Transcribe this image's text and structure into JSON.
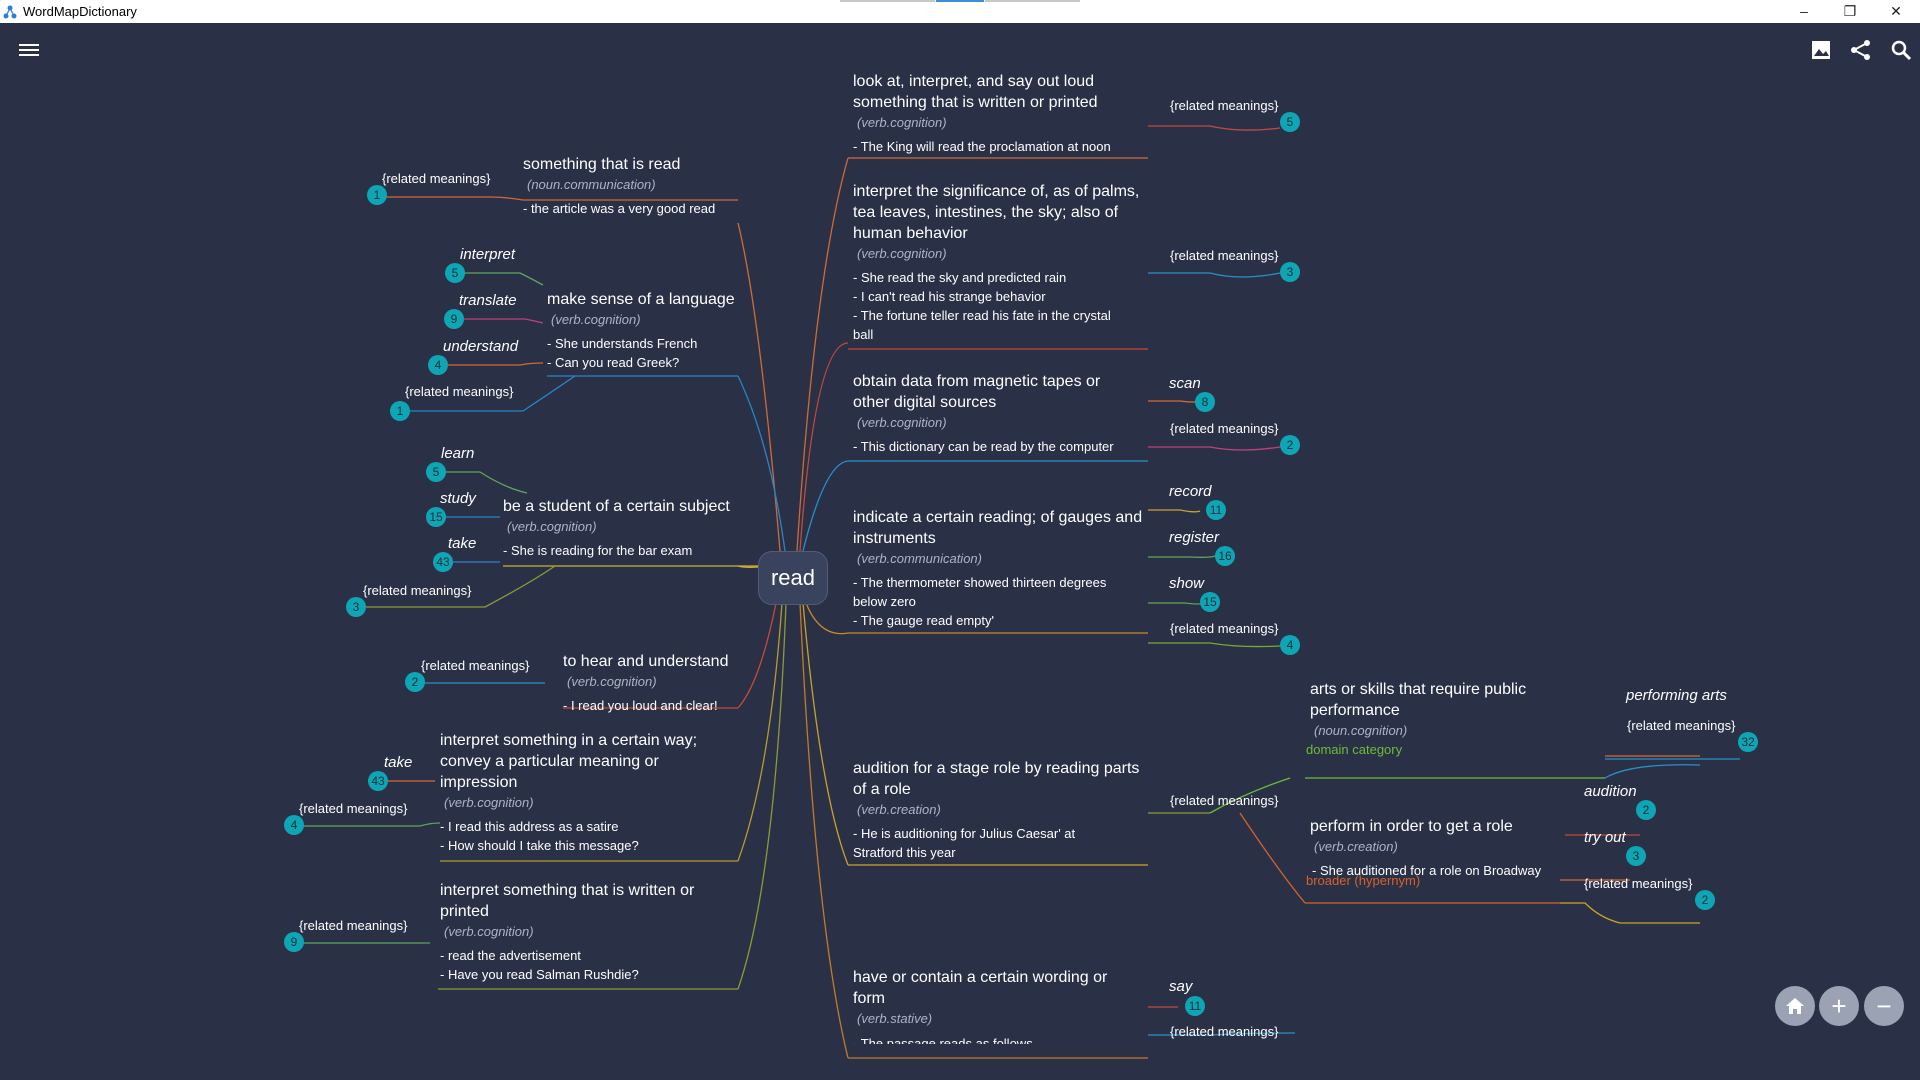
{
  "window": {
    "title": "WordMapDictionary",
    "minimize": "–",
    "restore": "❐",
    "close": "✕"
  },
  "icons": {
    "menu": "menu-icon",
    "image": "image-icon",
    "share": "share-icon",
    "search": "search-icon",
    "home": "home-icon",
    "zoom_in": "zoom-in-icon",
    "zoom_out": "zoom-out-icon"
  },
  "colors": {
    "background": "#2a3147",
    "badge": "#0ea5b5",
    "category_domain": "#6dbb3a",
    "category_broader": "#d6602a"
  },
  "zoom": {
    "in_label": "+",
    "out_label": "−"
  },
  "root": {
    "word": "read"
  },
  "senses": [
    {
      "def": [
        "something that is read"
      ],
      "pos": "(noun.communication)",
      "examples": [
        "- the article was a very good read"
      ],
      "links": [
        {
          "word": "{related meanings}",
          "count": "1"
        }
      ]
    },
    {
      "def": [
        "make sense of a language"
      ],
      "pos": "(verb.cognition)",
      "examples": [
        "- She understands French",
        "- Can you read Greek?"
      ],
      "links": [
        {
          "word": "interpret",
          "count": "5"
        },
        {
          "word": "translate",
          "count": "9"
        },
        {
          "word": "understand",
          "count": "4"
        },
        {
          "word": "{related meanings}",
          "count": "1"
        }
      ]
    },
    {
      "def": [
        "be a student of a certain subject"
      ],
      "pos": "(verb.cognition)",
      "examples": [
        "- She is reading for the bar exam"
      ],
      "links": [
        {
          "word": "learn",
          "count": "5"
        },
        {
          "word": "study",
          "count": "15"
        },
        {
          "word": "take",
          "count": "43"
        },
        {
          "word": "{related meanings}",
          "count": "3"
        }
      ]
    },
    {
      "def": [
        "to hear and understand"
      ],
      "pos": "(verb.cognition)",
      "examples": [
        "- I read you loud and clear!"
      ],
      "links": [
        {
          "word": "{related meanings}",
          "count": "2"
        }
      ]
    },
    {
      "def": [
        "interpret something in a certain way;",
        "convey a particular meaning or",
        "impression"
      ],
      "pos": "(verb.cognition)",
      "examples": [
        "- I read this address as a satire",
        "- How should I take this message?"
      ],
      "links": [
        {
          "word": "take",
          "count": "43"
        },
        {
          "word": "{related meanings}",
          "count": "4"
        }
      ]
    },
    {
      "def": [
        "interpret something that is written or",
        "printed"
      ],
      "pos": "(verb.cognition)",
      "examples": [
        "- read the advertisement",
        "- Have you read Salman Rushdie?"
      ],
      "links": [
        {
          "word": "{related meanings}",
          "count": "9"
        }
      ]
    },
    {
      "def": [
        "look at, interpret, and say out loud",
        "something that is written or printed"
      ],
      "pos": "(verb.cognition)",
      "examples": [
        "- The King will read the proclamation at noon"
      ],
      "links": [
        {
          "word": "{related meanings}",
          "count": "5"
        }
      ]
    },
    {
      "def": [
        "interpret the significance of, as of palms,",
        "tea leaves, intestines, the sky; also of",
        "human behavior"
      ],
      "pos": "(verb.cognition)",
      "examples": [
        "- She read the sky and predicted rain",
        "- I can't read his strange behavior",
        "- The fortune teller read his fate in the crystal",
        "ball"
      ],
      "links": [
        {
          "word": "{related meanings}",
          "count": "3"
        }
      ]
    },
    {
      "def": [
        "obtain data from magnetic tapes or",
        "other digital sources"
      ],
      "pos": "(verb.cognition)",
      "examples": [
        "- This dictionary can be read by the computer"
      ],
      "links": [
        {
          "word": "scan",
          "count": "8"
        },
        {
          "word": "{related meanings}",
          "count": "2"
        }
      ]
    },
    {
      "def": [
        "indicate a certain reading; of gauges and",
        "instruments"
      ],
      "pos": "(verb.communication)",
      "examples": [
        "- The thermometer showed thirteen degrees",
        "below zero",
        "- The gauge read empty'"
      ],
      "links": [
        {
          "word": "record",
          "count": "11"
        },
        {
          "word": "register",
          "count": "16"
        },
        {
          "word": "show",
          "count": "15"
        },
        {
          "word": "{related meanings}",
          "count": "4"
        }
      ]
    },
    {
      "def": [
        "audition for a stage role by reading parts",
        "of a role"
      ],
      "pos": "(verb.creation)",
      "examples": [
        "- He is auditioning for Julius Caesar' at",
        "Stratford this year"
      ],
      "links": [
        {
          "word": "{related meanings}"
        }
      ]
    },
    {
      "def": [
        "have or contain a certain wording or",
        "form"
      ],
      "pos": "(verb.stative)",
      "examples": [
        "- The passage reads as follows"
      ],
      "links": [
        {
          "word": "say",
          "count": "11"
        },
        {
          "word": "{related meanings}"
        }
      ]
    }
  ],
  "sub_nodes": [
    {
      "def": [
        "arts or skills that require public",
        "performance"
      ],
      "pos": "(noun.cognition)",
      "category": "domain category",
      "links": [
        {
          "word": "performing arts"
        },
        {
          "word": "{related meanings}",
          "count": "32"
        }
      ]
    },
    {
      "def": [
        "perform in order to get a role"
      ],
      "pos": "(verb.creation)",
      "examples": [
        "- She auditioned for a role on Broadway"
      ],
      "category": "broader (hypernym)",
      "links": [
        {
          "word": "audition",
          "count": "2"
        },
        {
          "word": "try out",
          "count": "3"
        },
        {
          "word": "{related meanings}",
          "count": "2"
        }
      ]
    }
  ]
}
